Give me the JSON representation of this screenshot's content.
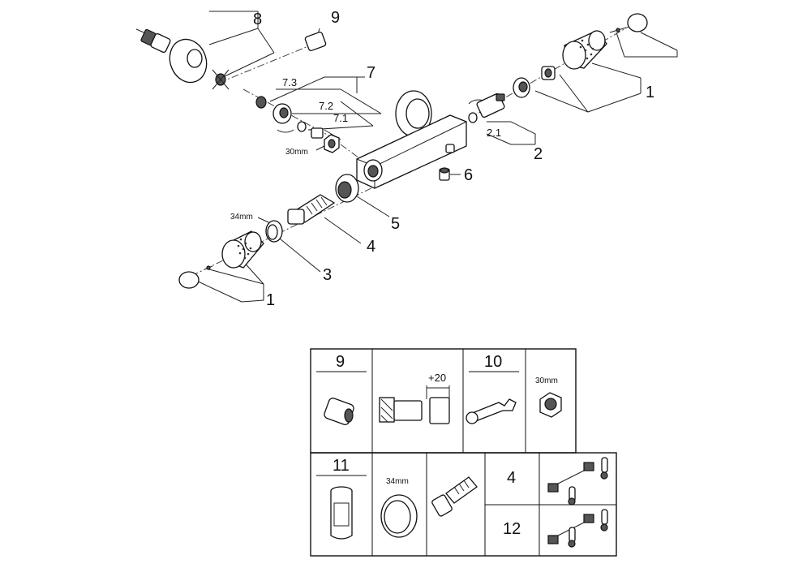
{
  "callouts": {
    "c1_top": "1",
    "c2": "2",
    "c2_1": "2.1",
    "c3": "3",
    "c4": "4",
    "c5": "5",
    "c6": "6",
    "c7": "7",
    "c7_1": "7.1",
    "c7_2": "7.2",
    "c7_3": "7.3",
    "c8": "8",
    "c9": "9",
    "c1_bottom": "1",
    "dim_30mm": "30mm",
    "dim_34mm": "34mm"
  },
  "table": {
    "cell_9": "9",
    "extension": "+20",
    "cell_10": "10",
    "nut_30mm": "30mm",
    "cell_11": "11",
    "ring_34mm": "34mm",
    "qty_4": "4",
    "qty_12": "12"
  }
}
